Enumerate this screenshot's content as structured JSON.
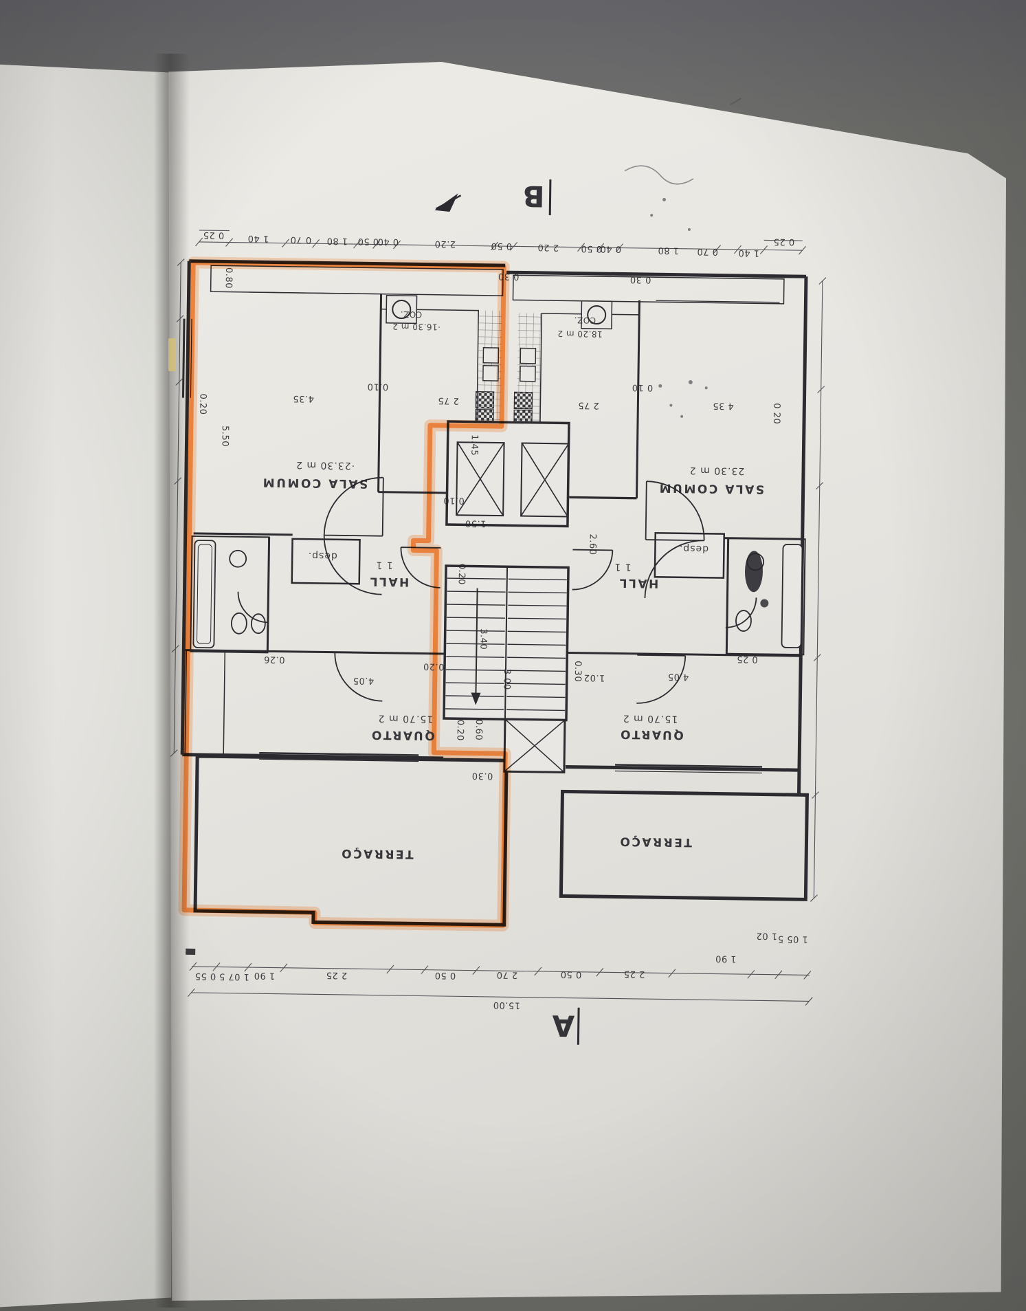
{
  "plan": {
    "markers": {
      "b": "B",
      "a": "A"
    },
    "rooms": {
      "left": {
        "sala_label": "SALA COMUM",
        "sala_area": "·23.30 m 2",
        "coz_label": "COZ.",
        "coz_area": "·16.30 m 2",
        "desp_label": "desp.",
        "hall_label": "HALL",
        "hall_num": "1 1",
        "quarto_label": "QUARTO",
        "quarto_area": "15.70 m 2",
        "terraco_label": "TERRAÇO"
      },
      "right": {
        "sala_label": "SALA COMUM",
        "sala_area": "23.30 m 2",
        "coz_label": "COZ.",
        "coz_area": "18.20 m 2",
        "desp_label": "desp.",
        "hall_label": "HALL",
        "hall_num": "1 1",
        "quarto_label": "QUARTO",
        "quarto_area": "15.70 m 2",
        "terraco_label": "TERRAÇO"
      }
    },
    "dims": {
      "top": [
        "0 25",
        "1 40",
        "0 70",
        "1 80",
        "0 50",
        "0 40",
        "2.20",
        "0 50",
        "2 20",
        "0 50",
        "0 40",
        "1 80",
        "0 70",
        "1 40",
        "0 25"
      ],
      "bottom": [
        "0 55",
        "1 07 5",
        "1 90",
        "2 25",
        "0 50",
        "2 70",
        "0 50",
        "2 25",
        "1 90",
        "1 02",
        "1 05 5"
      ],
      "total": "15.00",
      "left": [
        "0.80",
        "0.20",
        "5.50"
      ],
      "inner_left": [
        "4.35",
        "0.10",
        "2 75",
        "1.45",
        "0.10",
        "1.50",
        "0.20",
        "4.05",
        "0.26",
        "0.20",
        "3.40",
        "3 00",
        "0.20",
        "0.60",
        "0.30",
        "0 30"
      ],
      "inner_right": [
        "2 75",
        "0 10",
        "4 35",
        "0 20",
        "2.60",
        "0.30",
        "4 05",
        "0 25",
        "1.02",
        "0 30"
      ]
    }
  },
  "colors": {
    "highlight_orange": "#ff7e28",
    "ink": "#2b2b30",
    "paper": "#e8e7e3"
  }
}
